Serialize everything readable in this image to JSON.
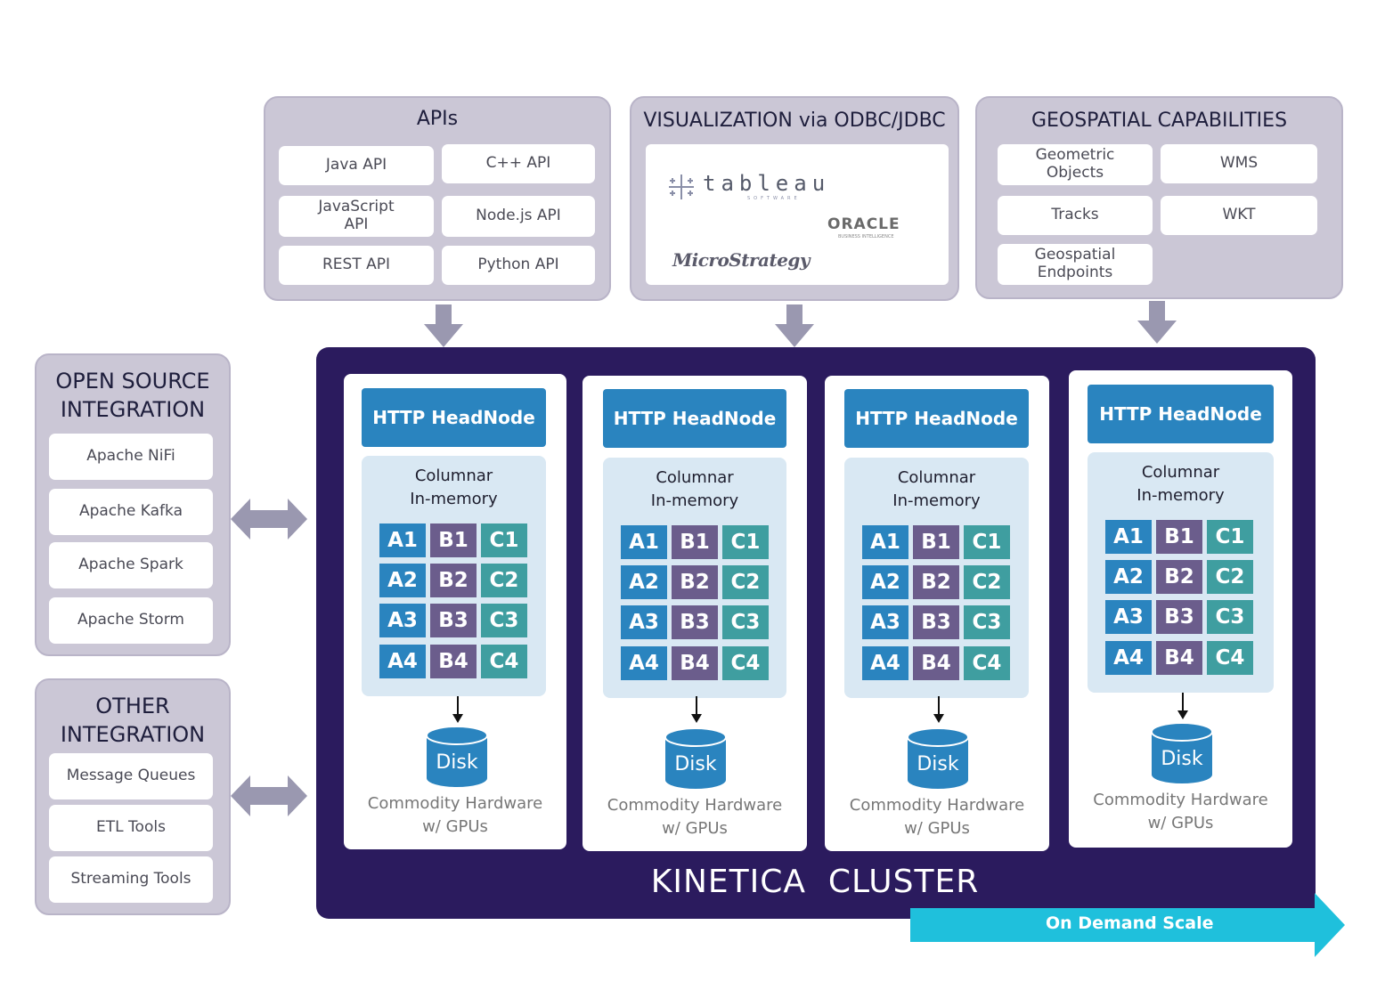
{
  "apis": {
    "title": "APIs",
    "items": [
      "Java API",
      "C++ API",
      "JavaScript API",
      "Node.js API",
      "REST API",
      "Python API"
    ]
  },
  "visualization": {
    "title": "VISUALIZATION via ODBC/JDBC",
    "logos": [
      "tableau",
      "ORACLE",
      "MicroStrategy"
    ],
    "tableau_sub": "SOFTWARE",
    "oracle_sub": "BUSINESS INTELLIGENCE"
  },
  "geospatial": {
    "title": "GEOSPATIAL CAPABILITIES",
    "items": [
      "Geometric Objects",
      "WMS",
      "Tracks",
      "WKT",
      "Geospatial Endpoints"
    ]
  },
  "open_source": {
    "title_line1": "OPEN SOURCE",
    "title_line2": "INTEGRATION",
    "items": [
      "Apache NiFi",
      "Apache Kafka",
      "Apache Spark",
      "Apache Storm"
    ]
  },
  "other": {
    "title_line1": "OTHER",
    "title_line2": "INTEGRATION",
    "items": [
      "Message Queues",
      "ETL Tools",
      "Streaming Tools"
    ]
  },
  "cluster": {
    "title": "KINETICA  CLUSTER",
    "scale_label": "On Demand Scale",
    "node": {
      "head_line1": "HTTP Head",
      "head_line2": "Node",
      "mem_line1": "Columnar",
      "mem_line2": "In-memory",
      "cells": [
        [
          "A1",
          "B1",
          "C1"
        ],
        [
          "A2",
          "B2",
          "C2"
        ],
        [
          "A3",
          "B3",
          "C3"
        ],
        [
          "A4",
          "B4",
          "C4"
        ]
      ],
      "disk": "Disk",
      "hw_line1": "Commodity Hardware",
      "hw_line2": "w/ GPUs"
    }
  },
  "colors": {
    "cluster_bg": "#2b1b5e",
    "panel_bg": "#cbc7d6",
    "head_blue": "#2a84bf",
    "col_a": "#2a84bf",
    "col_b": "#6b5d8c",
    "col_c": "#3f9ea0",
    "scale_arrow": "#1fc0dc"
  }
}
